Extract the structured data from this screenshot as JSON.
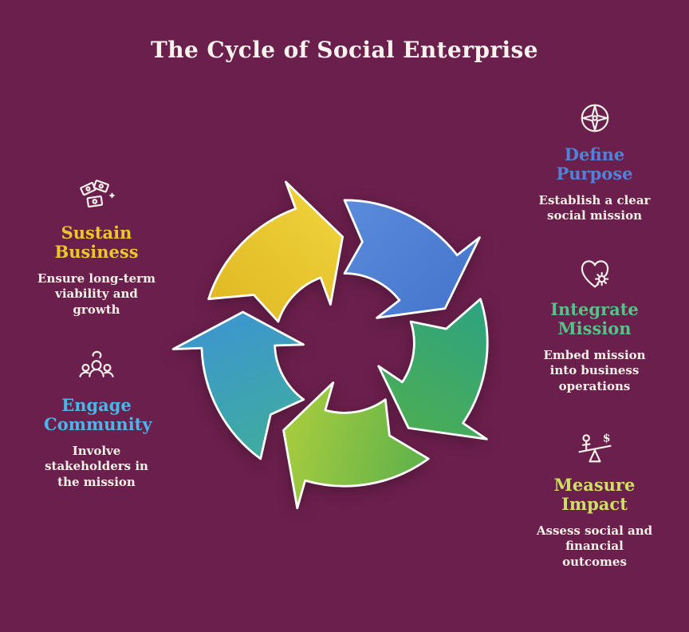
{
  "colors": {
    "background": "#6b1f4c",
    "title_text": "#f8f3ec",
    "body_text": "#f6f0e6",
    "arrow_outline": "#ffffff"
  },
  "title": "The Cycle of Social Enterprise",
  "cycle": {
    "segments": [
      {
        "stage": "sustain-business",
        "color_from": "#dfb722",
        "color_to": "#f0d53e"
      },
      {
        "stage": "define-purpose",
        "color_from": "#5c8cdc",
        "color_to": "#4474cc"
      },
      {
        "stage": "integrate-mission",
        "color_from": "#2ea381",
        "color_to": "#4fae4e"
      },
      {
        "stage": "measure-impact",
        "color_from": "#5cb14b",
        "color_to": "#abcd3e"
      },
      {
        "stage": "engage-community",
        "color_from": "#3fae9a",
        "color_to": "#3d96cf"
      }
    ]
  },
  "items": [
    {
      "key": "define-purpose",
      "title": "Define Purpose",
      "description": "Establish a clear social mission",
      "color": "#4f82d8",
      "icon": "compass-icon"
    },
    {
      "key": "integrate-mission",
      "title": "Integrate Mission",
      "description": "Embed mission into business operations",
      "color": "#57c287",
      "icon": "heart-gear-icon"
    },
    {
      "key": "measure-impact",
      "title": "Measure Impact",
      "description": "Assess social and financial outcomes",
      "color": "#cede69",
      "icon": "balance-dollar-icon"
    },
    {
      "key": "sustain-business",
      "title": "Sustain Business",
      "description": "Ensure long-term viability and growth",
      "color": "#e9c72d",
      "icon": "money-icon"
    },
    {
      "key": "engage-community",
      "title": "Engage Community",
      "description": "Involve stakeholders in the mission",
      "color": "#4db4e8",
      "icon": "people-icon"
    }
  ],
  "icon_glyphs": {
    "dollar_sign": "$"
  }
}
